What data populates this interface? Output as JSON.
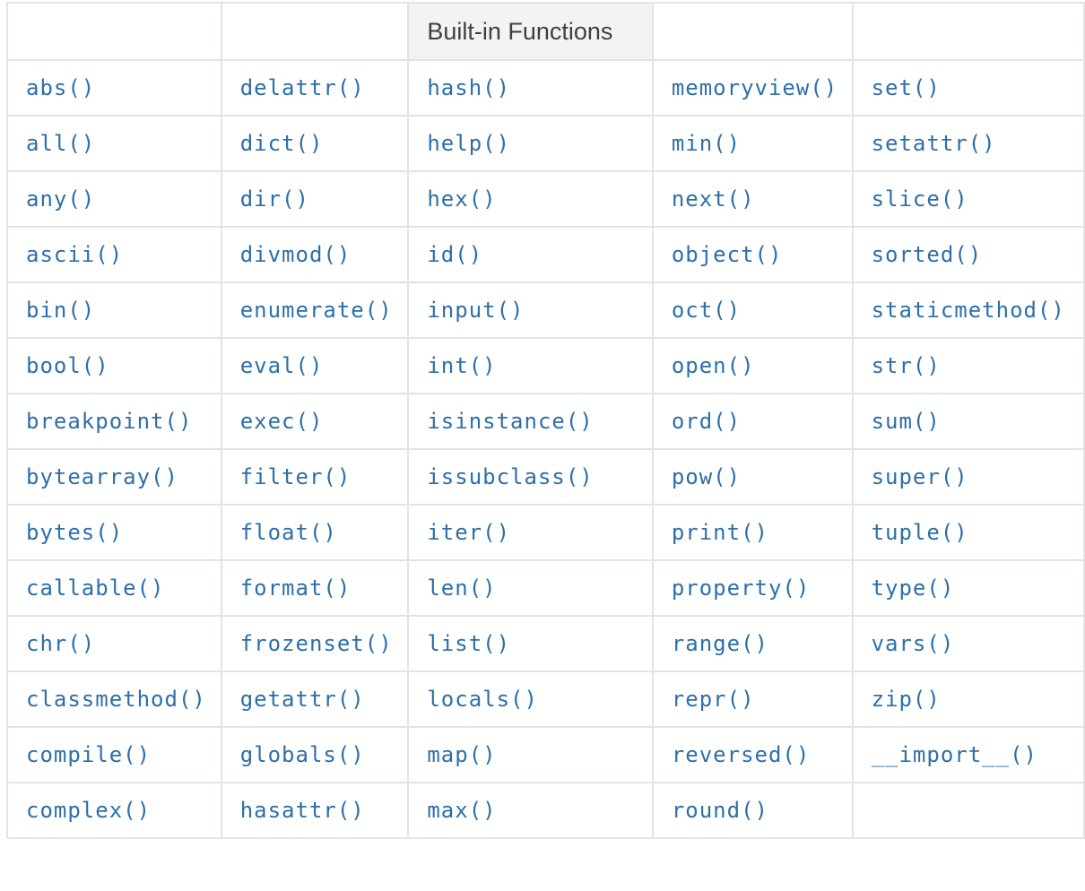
{
  "table": {
    "header": [
      "",
      "",
      "Built-in Functions",
      "",
      ""
    ],
    "rows": [
      [
        "abs()",
        "delattr()",
        "hash()",
        "memoryview()",
        "set()"
      ],
      [
        "all()",
        "dict()",
        "help()",
        "min()",
        "setattr()"
      ],
      [
        "any()",
        "dir()",
        "hex()",
        "next()",
        "slice()"
      ],
      [
        "ascii()",
        "divmod()",
        "id()",
        "object()",
        "sorted()"
      ],
      [
        "bin()",
        "enumerate()",
        "input()",
        "oct()",
        "staticmethod()"
      ],
      [
        "bool()",
        "eval()",
        "int()",
        "open()",
        "str()"
      ],
      [
        "breakpoint()",
        "exec()",
        "isinstance()",
        "ord()",
        "sum()"
      ],
      [
        "bytearray()",
        "filter()",
        "issubclass()",
        "pow()",
        "super()"
      ],
      [
        "bytes()",
        "float()",
        "iter()",
        "print()",
        "tuple()"
      ],
      [
        "callable()",
        "format()",
        "len()",
        "property()",
        "type()"
      ],
      [
        "chr()",
        "frozenset()",
        "list()",
        "range()",
        "vars()"
      ],
      [
        "classmethod()",
        "getattr()",
        "locals()",
        "repr()",
        "zip()"
      ],
      [
        "compile()",
        "globals()",
        "map()",
        "reversed()",
        "__import__()"
      ],
      [
        "complex()",
        "hasattr()",
        "max()",
        "round()",
        ""
      ]
    ]
  },
  "colors": {
    "link": "#2d6fa8",
    "border": "#e1e4e5",
    "header_highlight": "#f3f3f3",
    "header_text": "#404040"
  }
}
